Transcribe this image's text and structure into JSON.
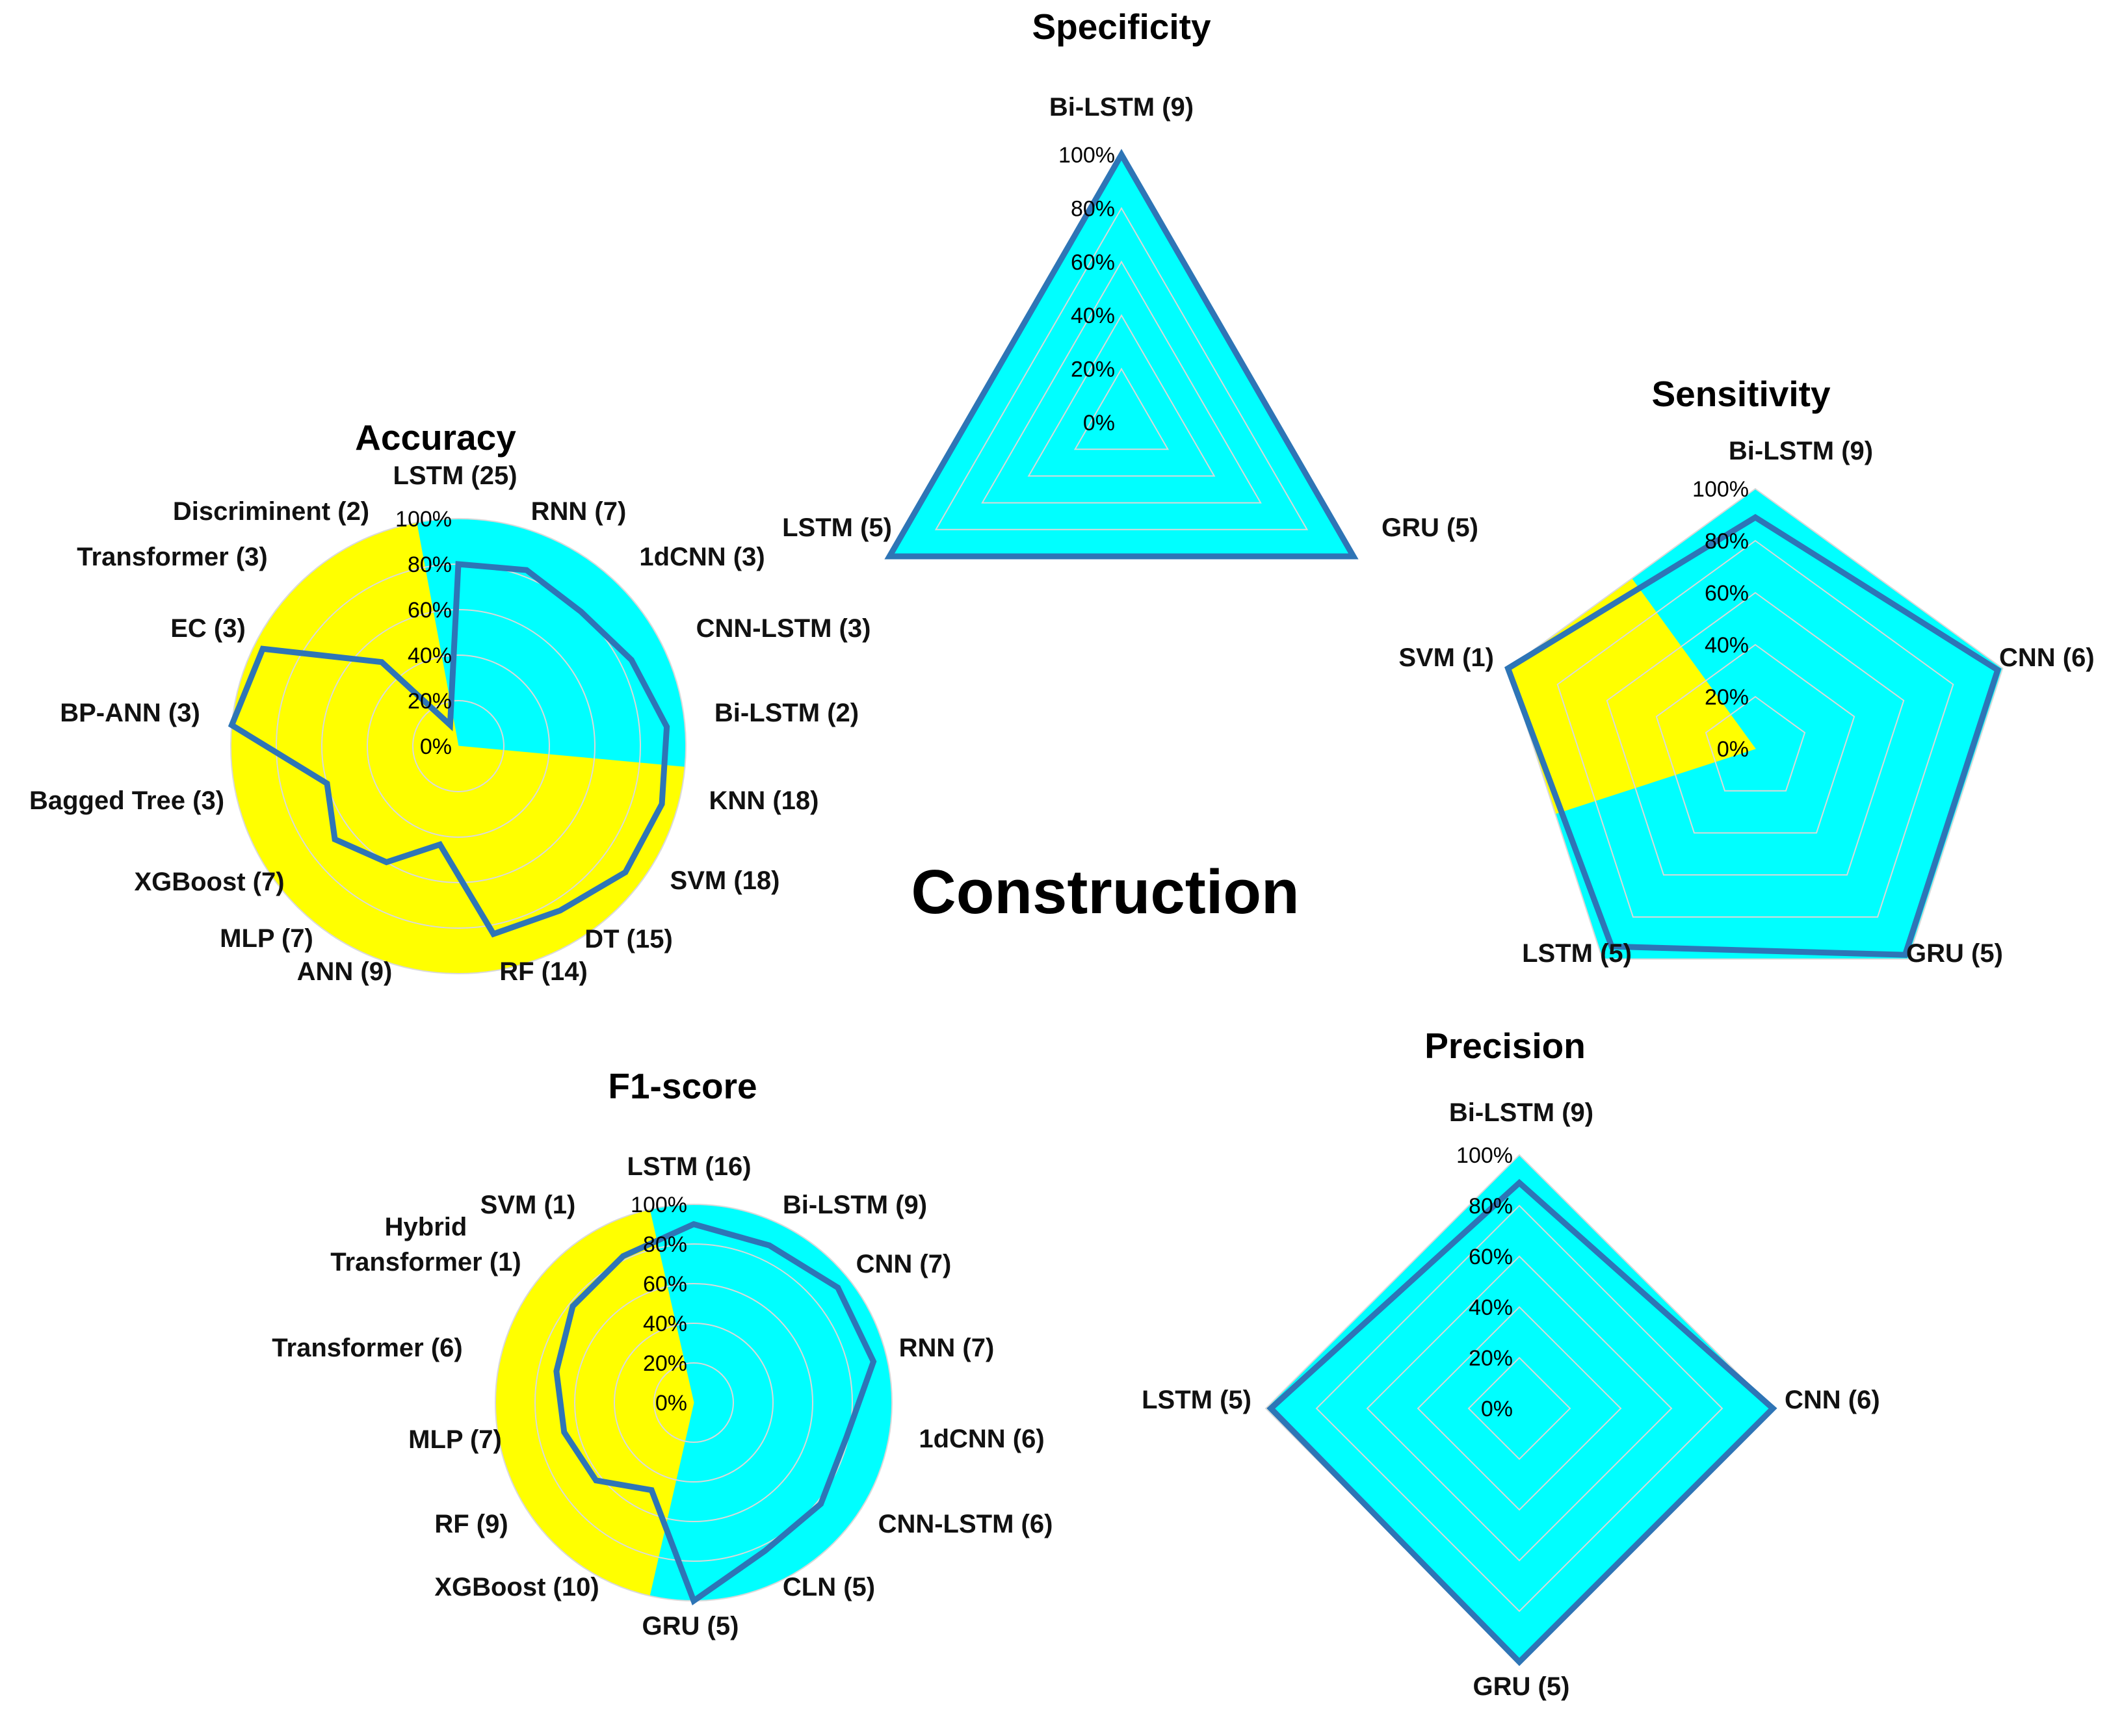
{
  "main_title": "Construction",
  "colors": {
    "cyan": "#00FFFF",
    "yellow": "#FFFF00",
    "line": "#2E75B6",
    "grid": "#D9D9D9"
  },
  "chart_data": [
    {
      "key": "accuracy",
      "type": "radar",
      "title": "Accuracy",
      "ylim": [
        0,
        100
      ],
      "ticks": [
        "0%",
        "20%",
        "40%",
        "60%",
        "80%",
        "100%"
      ],
      "categories": [
        "LSTM (25)",
        "RNN (7)",
        "1dCNN (3)",
        "CNN-LSTM (3)",
        "Bi-LSTM (2)",
        "KNN (18)",
        "SVM (18)",
        "DT (15)",
        "RF (14)",
        "ANN (9)",
        "MLP (7)",
        "XGBoost (7)",
        "Bagged Tree (3)",
        "BP-ANN (3)",
        "EC (3)",
        "Transformer (3)",
        "Discriminent (2)"
      ],
      "values": [
        80,
        83,
        80,
        85,
        92,
        93,
        92,
        85,
        84,
        44,
        60,
        68,
        60,
        100,
        96,
        50,
        10
      ],
      "fill_colors": [
        "#00FFFF",
        "#00FFFF",
        "#00FFFF",
        "#00FFFF",
        "#00FFFF",
        "#FFFF00",
        "#FFFF00",
        "#FFFF00",
        "#FFFF00",
        "#FFFF00",
        "#FFFF00",
        "#FFFF00",
        "#FFFF00",
        "#FFFF00",
        "#FFFF00",
        "#FFFF00",
        "#FFFF00"
      ]
    },
    {
      "key": "specificity",
      "type": "radar",
      "title": "Specificity",
      "ylim": [
        0,
        100
      ],
      "ticks": [
        "0%",
        "20%",
        "40%",
        "60%",
        "80%",
        "100%"
      ],
      "categories": [
        "Bi-LSTM (9)",
        "GRU (5)",
        "LSTM (5)"
      ],
      "values": [
        100,
        100,
        100
      ],
      "fill_colors": [
        "#00FFFF",
        "#00FFFF",
        "#00FFFF"
      ]
    },
    {
      "key": "sensitivity",
      "type": "radar",
      "title": "Sensitivity",
      "ylim": [
        0,
        100
      ],
      "ticks": [
        "0%",
        "20%",
        "40%",
        "60%",
        "80%",
        "100%"
      ],
      "categories": [
        "Bi-LSTM (9)",
        "CNN (6)",
        "GRU (5)",
        "LSTM (5)",
        "SVM (1)"
      ],
      "values": [
        89,
        98,
        98,
        94,
        100
      ],
      "fill_colors": [
        "#00FFFF",
        "#00FFFF",
        "#00FFFF",
        "#00FFFF",
        "#FFFF00"
      ]
    },
    {
      "key": "f1score",
      "type": "radar",
      "title": "F1-score",
      "ylim": [
        0,
        100
      ],
      "ticks": [
        "0%",
        "20%",
        "40%",
        "60%",
        "80%",
        "100%"
      ],
      "categories": [
        "LSTM (16)",
        "Bi-LSTM (9)",
        "CNN (7)",
        "RNN (7)",
        "1dCNN (6)",
        "CNN-LSTM (6)",
        "CLN (5)",
        "GRU (5)",
        "XGBoost (10)",
        "RF (9)",
        "MLP (7)",
        "Transformer (6)",
        "Hybrid Transformer (1)",
        "SVM (1)"
      ],
      "values": [
        90,
        88,
        93,
        93,
        79,
        82,
        83,
        100,
        49,
        63,
        67,
        71,
        78,
        82
      ],
      "fill_colors": [
        "#00FFFF",
        "#00FFFF",
        "#00FFFF",
        "#00FFFF",
        "#00FFFF",
        "#00FFFF",
        "#00FFFF",
        "#00FFFF",
        "#FFFF00",
        "#FFFF00",
        "#FFFF00",
        "#FFFF00",
        "#FFFF00",
        "#FFFF00"
      ]
    },
    {
      "key": "precision",
      "type": "radar",
      "title": "Precision",
      "ylim": [
        0,
        100
      ],
      "ticks": [
        "0%",
        "20%",
        "40%",
        "60%",
        "80%",
        "100%"
      ],
      "categories": [
        "Bi-LSTM (9)",
        "CNN (6)",
        "GRU (5)",
        "LSTM (5)"
      ],
      "values": [
        89,
        100,
        100,
        98
      ],
      "fill_colors": [
        "#00FFFF",
        "#00FFFF",
        "#00FFFF",
        "#00FFFF"
      ]
    }
  ]
}
